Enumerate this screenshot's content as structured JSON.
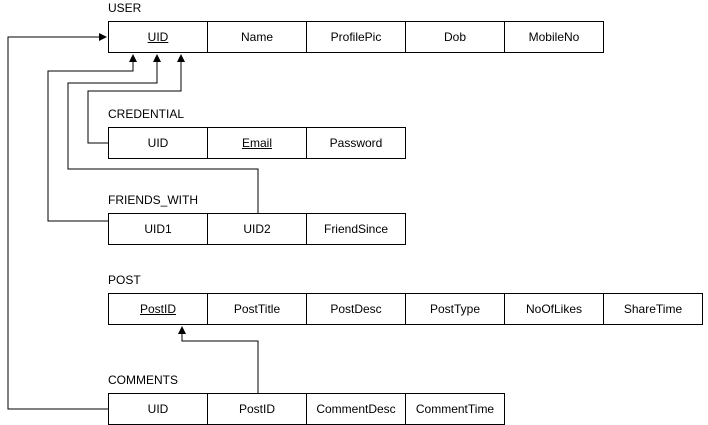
{
  "entities": {
    "user": {
      "title": "USER",
      "columns": [
        {
          "label": "UID",
          "pk": true
        },
        {
          "label": "Name",
          "pk": false
        },
        {
          "label": "ProfilePic",
          "pk": false
        },
        {
          "label": "Dob",
          "pk": false
        },
        {
          "label": "MobileNo",
          "pk": false
        }
      ]
    },
    "credential": {
      "title": "CREDENTIAL",
      "columns": [
        {
          "label": "UID",
          "pk": false
        },
        {
          "label": "Email",
          "pk": true
        },
        {
          "label": "Password",
          "pk": false
        }
      ]
    },
    "friends_with": {
      "title": "FRIENDS_WITH",
      "columns": [
        {
          "label": "UID1",
          "pk": false
        },
        {
          "label": "UID2",
          "pk": false
        },
        {
          "label": "FriendSince",
          "pk": false
        }
      ]
    },
    "post": {
      "title": "POST",
      "columns": [
        {
          "label": "PostID",
          "pk": true
        },
        {
          "label": "PostTitle",
          "pk": false
        },
        {
          "label": "PostDesc",
          "pk": false
        },
        {
          "label": "PostType",
          "pk": false
        },
        {
          "label": "NoOfLikes",
          "pk": false
        },
        {
          "label": "ShareTime",
          "pk": false
        }
      ]
    },
    "comments": {
      "title": "COMMENTS",
      "columns": [
        {
          "label": "UID",
          "pk": false
        },
        {
          "label": "PostID",
          "pk": false
        },
        {
          "label": "CommentDesc",
          "pk": false
        },
        {
          "label": "CommentTime",
          "pk": false
        }
      ]
    }
  },
  "relationships": [
    {
      "from": "credential.UID",
      "to": "user.UID"
    },
    {
      "from": "friends_with.UID1",
      "to": "user.UID"
    },
    {
      "from": "friends_with.UID2",
      "to": "user.UID"
    },
    {
      "from": "comments.UID",
      "to": "user.UID"
    },
    {
      "from": "comments.PostID",
      "to": "post.PostID"
    }
  ],
  "style": {
    "line_color": "#000000",
    "cell_border": "#000000",
    "background": "#ffffff"
  }
}
